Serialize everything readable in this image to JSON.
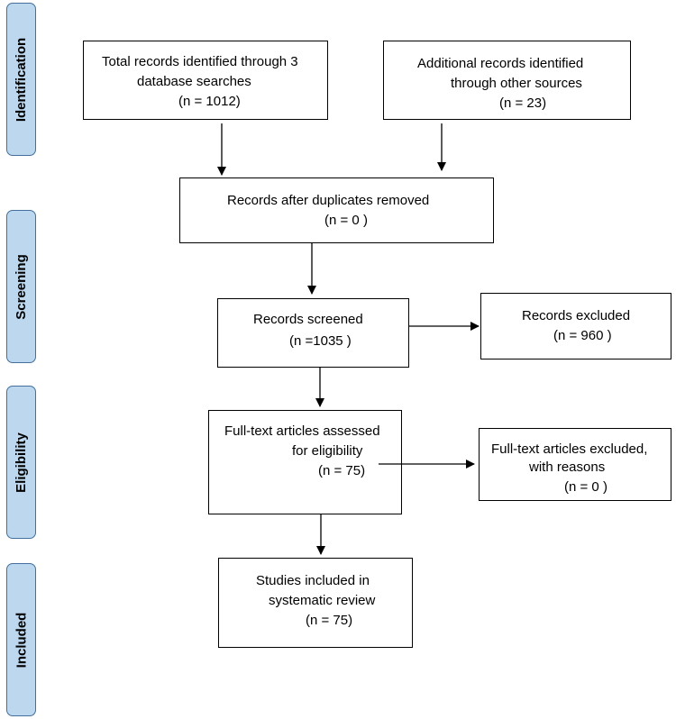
{
  "stages": {
    "identification": "Identification",
    "screening": "Screening",
    "eligibility": "Eligibility",
    "included": "Included"
  },
  "boxes": {
    "database_records": {
      "lines": [
        "Total records identified through 3",
        "database searches",
        "(n = 1012)"
      ]
    },
    "other_sources": {
      "lines": [
        "Additional records identified",
        "through other sources",
        "(n = 23)"
      ]
    },
    "duplicates_removed": {
      "lines": [
        "Records after duplicates removed",
        "(n = 0  )"
      ]
    },
    "screened": {
      "lines": [
        "Records screened",
        "(n =1035   )"
      ]
    },
    "excluded": {
      "lines": [
        "Records excluded",
        "(n = 960  )"
      ]
    },
    "fulltext_assessed": {
      "lines": [
        "Full-text articles assessed",
        "for eligibility",
        "(n = 75)"
      ]
    },
    "fulltext_excluded": {
      "lines": [
        "Full-text articles excluded,",
        "with reasons",
        "(n = 0  )"
      ]
    },
    "included_studies": {
      "lines": [
        "Studies included in",
        "systematic review",
        "(n = 75)"
      ]
    }
  },
  "colors": {
    "stage_fill": "#bdd7ee",
    "stage_border": "#41719c",
    "box_border": "#000000"
  }
}
